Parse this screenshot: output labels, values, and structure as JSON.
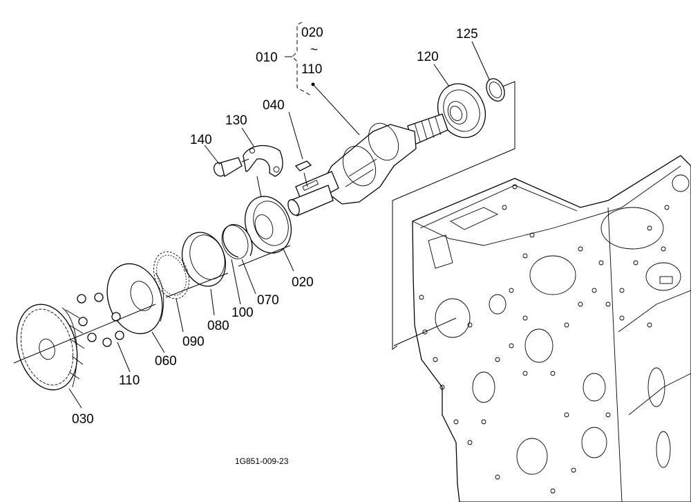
{
  "callouts": {
    "p010": "010",
    "range_top": "020",
    "range_sep": "~",
    "range_bottom": "110",
    "p125": "125",
    "p120": "120",
    "p040": "040",
    "p130": "130",
    "p140": "140",
    "p020": "020",
    "p070": "070",
    "p100": "100",
    "p080": "080",
    "p090": "090",
    "p060": "060",
    "p110": "110",
    "p030": "030"
  },
  "drawing_code": "1G851-009-23",
  "ink_color": "#000000",
  "paper_color": "#ffffff"
}
